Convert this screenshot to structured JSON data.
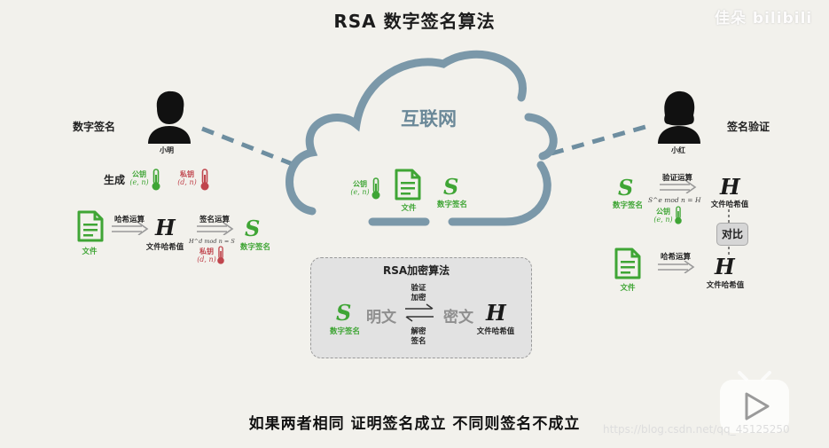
{
  "title": "RSA 数字签名算法",
  "watermark": "佳朵 bilibili",
  "cloud_label": "互联网",
  "left": {
    "section_label": "数字签名",
    "person_name": "小明",
    "generate_label": "生成",
    "public_key": {
      "label": "公钥",
      "params": "(e, n)"
    },
    "private_key": {
      "label": "私钥",
      "params": "(d, n)"
    },
    "file_label": "文件",
    "hash_op": "哈希运算",
    "hash_symbol": "H",
    "hash_label": "文件哈希值",
    "sign_op": "签名运算",
    "sign_formula": "H^d mod n = S",
    "private_key_small": {
      "label": "私钥",
      "params": "(d, n)"
    },
    "signature_symbol": "S",
    "signature_label": "数字签名"
  },
  "cloud_contents": {
    "public_key": {
      "label": "公钥",
      "params": "(e, n)"
    },
    "file_label": "文件",
    "signature_symbol": "S",
    "signature_label": "数字签名"
  },
  "right": {
    "section_label": "签名验证",
    "person_name": "小红",
    "signature_symbol": "S",
    "signature_label": "数字签名",
    "verify_op": "验证运算",
    "verify_formula": "S^e mod n = H",
    "public_key_small": {
      "label": "公钥",
      "params": "(e, n)"
    },
    "hash_symbol_top": "H",
    "hash_label_top": "文件哈希值",
    "compare_label": "对比",
    "file_label": "文件",
    "hash_op": "哈希运算",
    "hash_symbol_bottom": "H",
    "hash_label_bottom": "文件哈希值"
  },
  "rsa_box": {
    "title": "RSA加密算法",
    "signature_symbol": "S",
    "signature_label": "数字签名",
    "plaintext": "明文",
    "verify_label": "验证",
    "encrypt_label": "加密",
    "decrypt_label": "解密",
    "sign_label": "签名",
    "ciphertext": "密文",
    "hash_symbol": "H",
    "hash_label": "文件哈希值"
  },
  "subtitle": "如果两者相同  证明签名成立  不同则签名不成立",
  "source_watermark": "https://blog.csdn.net/qq_45125250",
  "colors": {
    "green": "#3fa535",
    "red": "#c0454d",
    "cloud": "#7b98a9",
    "dash": "#6e8ea0"
  }
}
